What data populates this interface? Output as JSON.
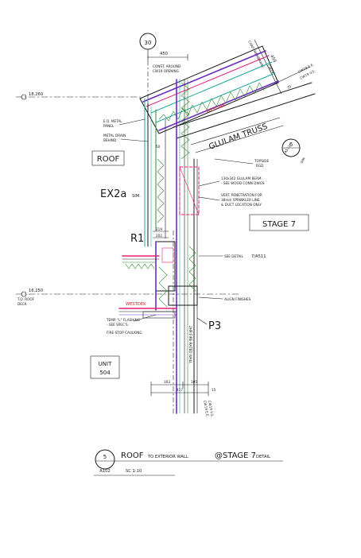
{
  "grid": {
    "label": "30"
  },
  "dimensions": {
    "top_width": "450",
    "top_right": "450",
    "thirty_five_right": "35",
    "fifty": "50",
    "bottom_a": "303",
    "bottom_b": "105",
    "bottom_total": "417",
    "bottom_right": "15",
    "r1_a": "219",
    "r1_b": "202"
  },
  "elevations": {
    "top": "18,260",
    "lower": "16,250",
    "lower_note_1": "T.O. ROOF",
    "lower_note_2": "DECK"
  },
  "labels": {
    "constr_1": "CONST. AROUND",
    "constr_2": "CW19 OPENING",
    "cw_top_right_1": "CW19 E.E.",
    "cw_top_right_2": "CW19 V.S.",
    "membrane": "CONT. MEMBRANE",
    "cw19_vert": "CW19",
    "eq_metal_1": "E.Q. METAL",
    "eq_metal_2": "PANEL",
    "metal_drain_1": "METAL DRAIN",
    "metal_drain_2": "BEHIND",
    "roof_box": "ROOF",
    "westdek_top": "WESTDEK",
    "glulam": "GLULAM TRUSS",
    "detail_6": "6",
    "sheet_a511": "A511",
    "sim": "SIM.",
    "tbd_1": "TOPSIDE",
    "tbd_2": "RGD",
    "glulam_note_1": "130x342 GLULAM BEAM",
    "glulam_note_2": "- SEE WOOD CONN DWGS",
    "vert_pen_1": "VERT. PENETRATION FOR",
    "vert_pen_2": "38mm SPRINKLER LINE",
    "vert_pen_3": "& DUCT LOCATION ONLY",
    "ex2a": "EX2a",
    "ex2a_sim": "SIM.",
    "stage_box": "STAGE 7",
    "r1": "R1",
    "see_detail": "SEE DETAIL",
    "see_detail_ref": "7/A511",
    "westdek_mid": "WESTDEK",
    "align": "ALIGN FINISHES",
    "temp_1": "TEMP. \"L\" FLASHING",
    "temp_2": "- SEE SPEC'S.",
    "temp_3": "FIRE-STOP CAULKING",
    "p3": "P3",
    "vert_note": "2HR FIRE-RATED WALL",
    "unit_1": "UNIT",
    "unit_2": "504",
    "cw_bottom_1": "CW19 V.S.",
    "cw_bottom_2": "CW19 E.E."
  },
  "title_block": {
    "detail_number": "5",
    "sheet": "A102",
    "title_1": "ROOF",
    "title_2": "TO EXTERIOR WALL",
    "title_3": "@STAGE 7",
    "title_4": "DETAIL",
    "scale": "SC 1:10"
  }
}
